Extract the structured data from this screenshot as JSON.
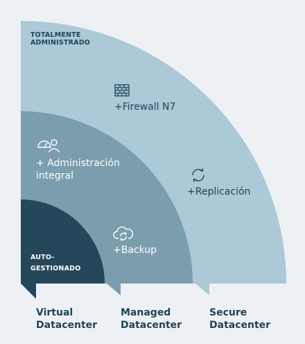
{
  "tiers": {
    "outer_label": "TOTALMENTE ADMINISTRADO",
    "inner_label": "AUTO-GESTIONADO"
  },
  "features": {
    "firewall": "+Firewall N7",
    "administration": "+ Administración integral",
    "replication": "+Replicación",
    "backup": "+Backup"
  },
  "icons": {
    "firewall": "brick-wall-icon",
    "administration": "dashboard-user-icon",
    "replication": "sync-arrows-icon",
    "backup": "cloud-sync-icon"
  },
  "products": [
    {
      "line1": "Virtual",
      "line2": "Datacenter"
    },
    {
      "line1": "Managed",
      "line2": "Datacenter"
    },
    {
      "line1": "Secure",
      "line2": "Datacenter"
    }
  ],
  "colors": {
    "outer": "#abc9d6",
    "middle": "#7a9ead",
    "inner": "#24475a",
    "text_dark": "#1f4456"
  }
}
